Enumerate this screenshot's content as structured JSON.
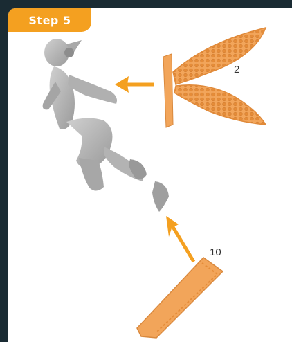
{
  "step": {
    "label": "Step 5"
  },
  "callouts": [
    {
      "number": "2"
    },
    {
      "number": "10"
    }
  ],
  "colors": {
    "accent": "#f4a020",
    "background": "#1a2b33",
    "part_orange": "#f2a55a",
    "figure_gray": "#b5b5b5"
  },
  "icons": {
    "figure": "assembled-figure",
    "wings": "wings-part",
    "base": "flight-stand-part"
  }
}
